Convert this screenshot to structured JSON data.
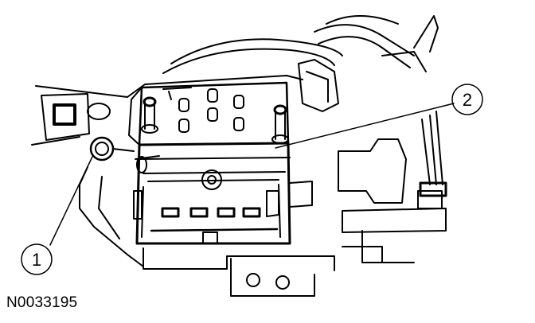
{
  "callouts": [
    {
      "number": "1"
    },
    {
      "number": "2"
    }
  ],
  "figure_code": "N0033195"
}
